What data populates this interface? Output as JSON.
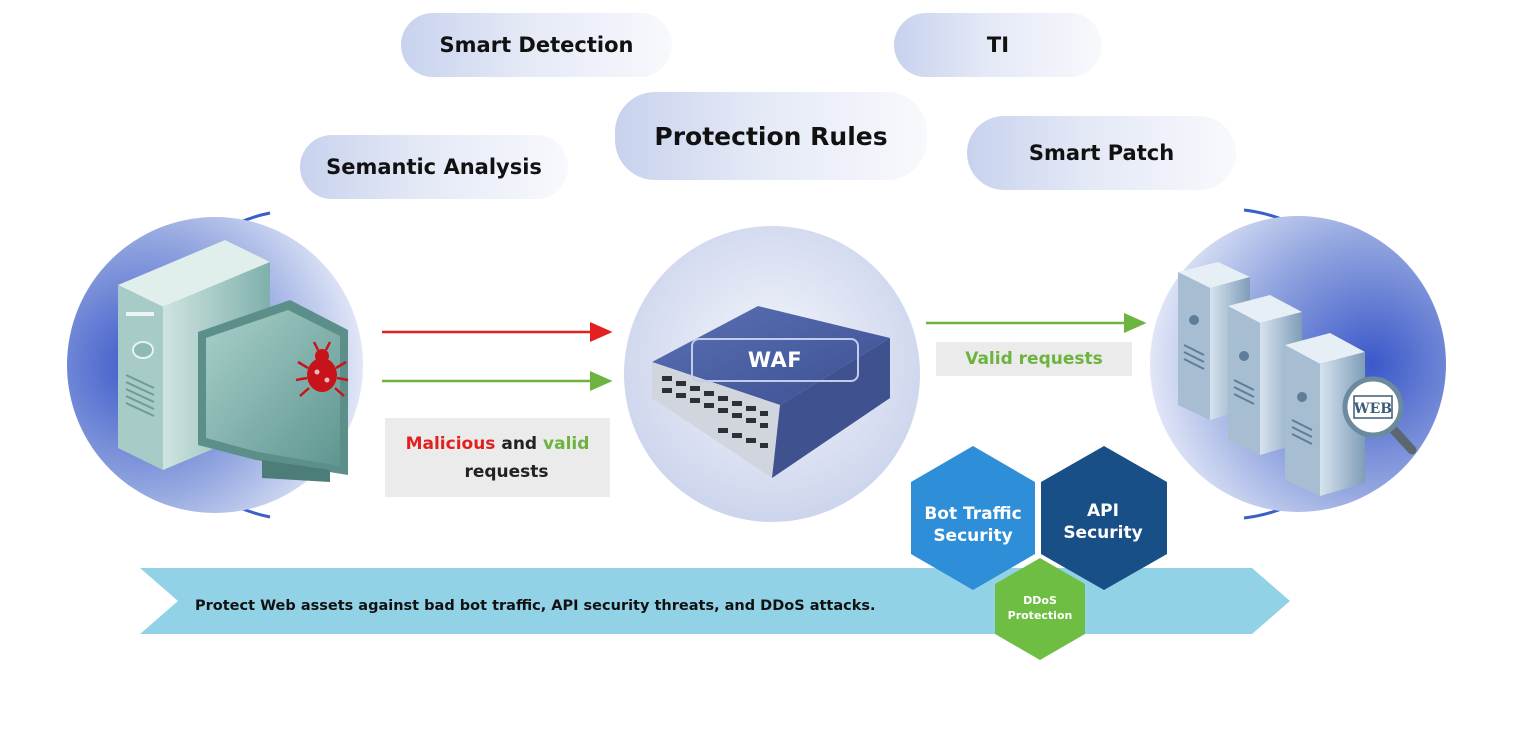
{
  "pills": {
    "smart_detection": "Smart Detection",
    "ti": "TI",
    "protection_rules": "Protection Rules",
    "semantic_analysis": "Semantic Analysis",
    "smart_patch": "Smart Patch"
  },
  "flow": {
    "left_caption_malicious": "Malicious",
    "left_caption_and": " and ",
    "left_caption_valid": "valid",
    "left_caption_requests": "requests",
    "right_caption": "Valid requests",
    "waf_label": "WAF",
    "web_label": "WEB"
  },
  "hexagons": {
    "bot_line1": "Bot Traffic",
    "bot_line2": "Security",
    "api_line1": "API",
    "api_line2": "Security",
    "ddos_line1": "DDoS",
    "ddos_line2": "Protection"
  },
  "banner": {
    "text": "Protect Web assets against bad bot traffic, API security threats, and DDoS attacks."
  },
  "colors": {
    "malicious_arrow": "#e31f1f",
    "valid_arrow": "#6db33f",
    "bot_hex": "#2e8fd8",
    "api_hex": "#174f86",
    "ddos_hex": "#6fbe44",
    "banner": "#92d2e6",
    "ring": "#3a5fc8"
  },
  "icons": {
    "client": "client-computer-icon",
    "bug": "bug-icon",
    "waf": "waf-appliance-icon",
    "servers": "web-servers-icon",
    "magnifier": "magnifier-icon"
  }
}
